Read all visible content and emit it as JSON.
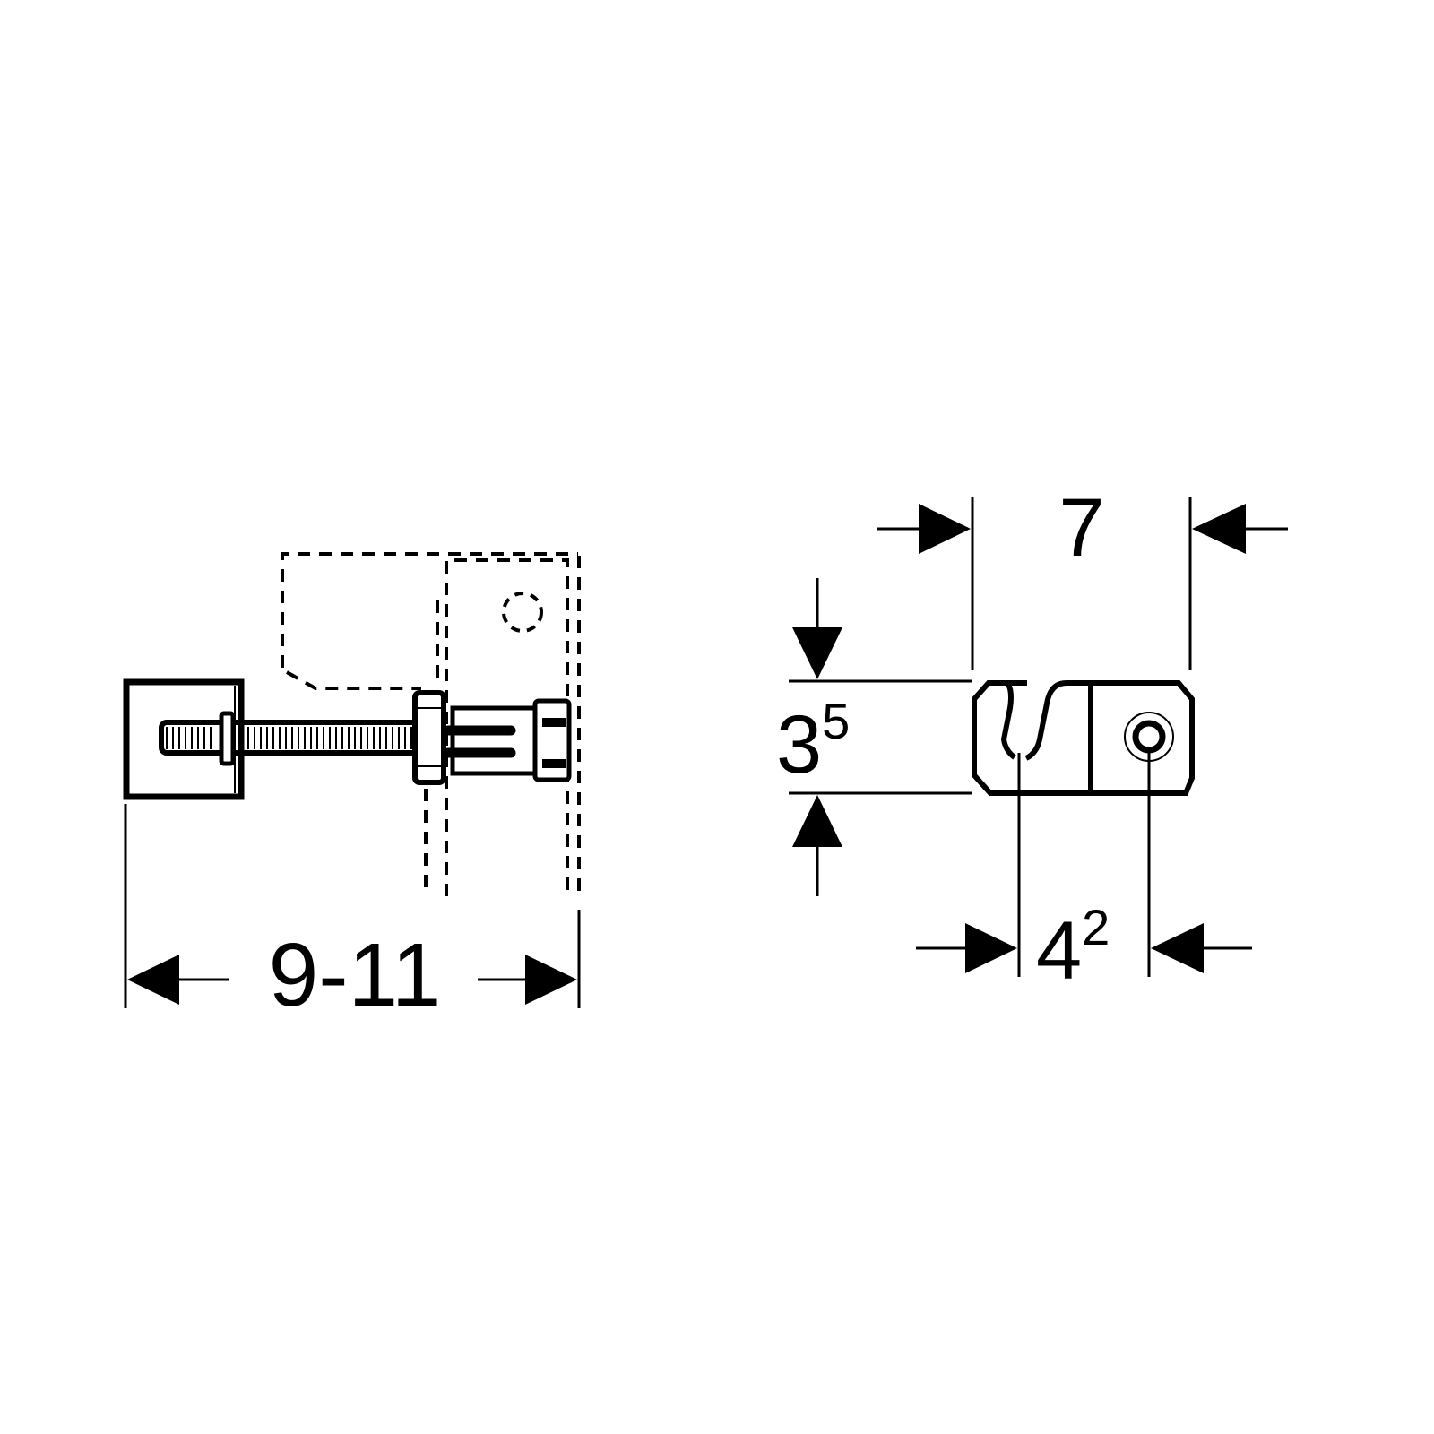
{
  "drawing": {
    "left_view": {
      "dimension_label": "9-11"
    },
    "right_view": {
      "width_label": "7",
      "height_label": {
        "base": "3",
        "sup": "5"
      },
      "hole_spacing_label": {
        "base": "4",
        "sup": "2"
      }
    },
    "colors": {
      "line": "#000000",
      "background": "#ffffff"
    }
  }
}
